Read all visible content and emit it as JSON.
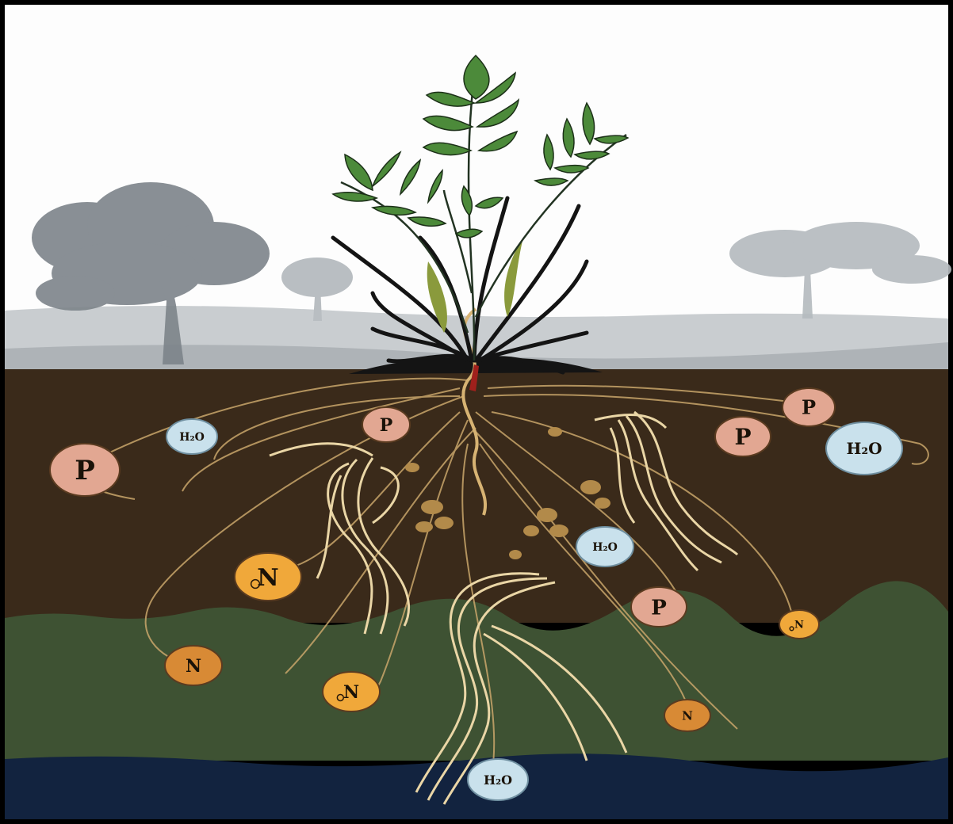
{
  "colors": {
    "sky": "#fdfdfd",
    "hills_far": "#c9cdd0",
    "hills_near": "#aeb3b7",
    "topsoil": "#3a2a1a",
    "subsoil": "#3e5233",
    "groundwater": "#12233f",
    "root": "#e8d3a2",
    "leaf": "#4c8a3a",
    "plant_dark": "#141414",
    "phosphorus_fill": "#e2a792",
    "water_fill": "#c9e1ec",
    "nitrogen_fill": "#f0a83a",
    "nitrogen_dark_fill": "#d88a35"
  },
  "nutrients": [
    {
      "id": "p1",
      "kind": "phosphorus",
      "label": "P"
    },
    {
      "id": "p2",
      "kind": "phosphorus",
      "label": "P"
    },
    {
      "id": "p3",
      "kind": "phosphorus",
      "label": "P"
    },
    {
      "id": "p4",
      "kind": "phosphorus",
      "label": "P"
    },
    {
      "id": "p5",
      "kind": "phosphorus",
      "label": "P"
    },
    {
      "id": "w1",
      "kind": "water",
      "label": "H₂O"
    },
    {
      "id": "w2",
      "kind": "water",
      "label": "H₂O"
    },
    {
      "id": "w3",
      "kind": "water",
      "label": "H₂O"
    },
    {
      "id": "w4",
      "kind": "water",
      "label": "H₂O"
    },
    {
      "id": "n1",
      "kind": "nitrogen",
      "label": "N"
    },
    {
      "id": "n2",
      "kind": "nitrogen",
      "label": "N"
    },
    {
      "id": "n3",
      "kind": "nitrogen",
      "label": "N"
    },
    {
      "id": "n4",
      "kind": "nitrogen",
      "label": "N"
    },
    {
      "id": "n5",
      "kind": "nitrogen",
      "label": "N"
    }
  ]
}
